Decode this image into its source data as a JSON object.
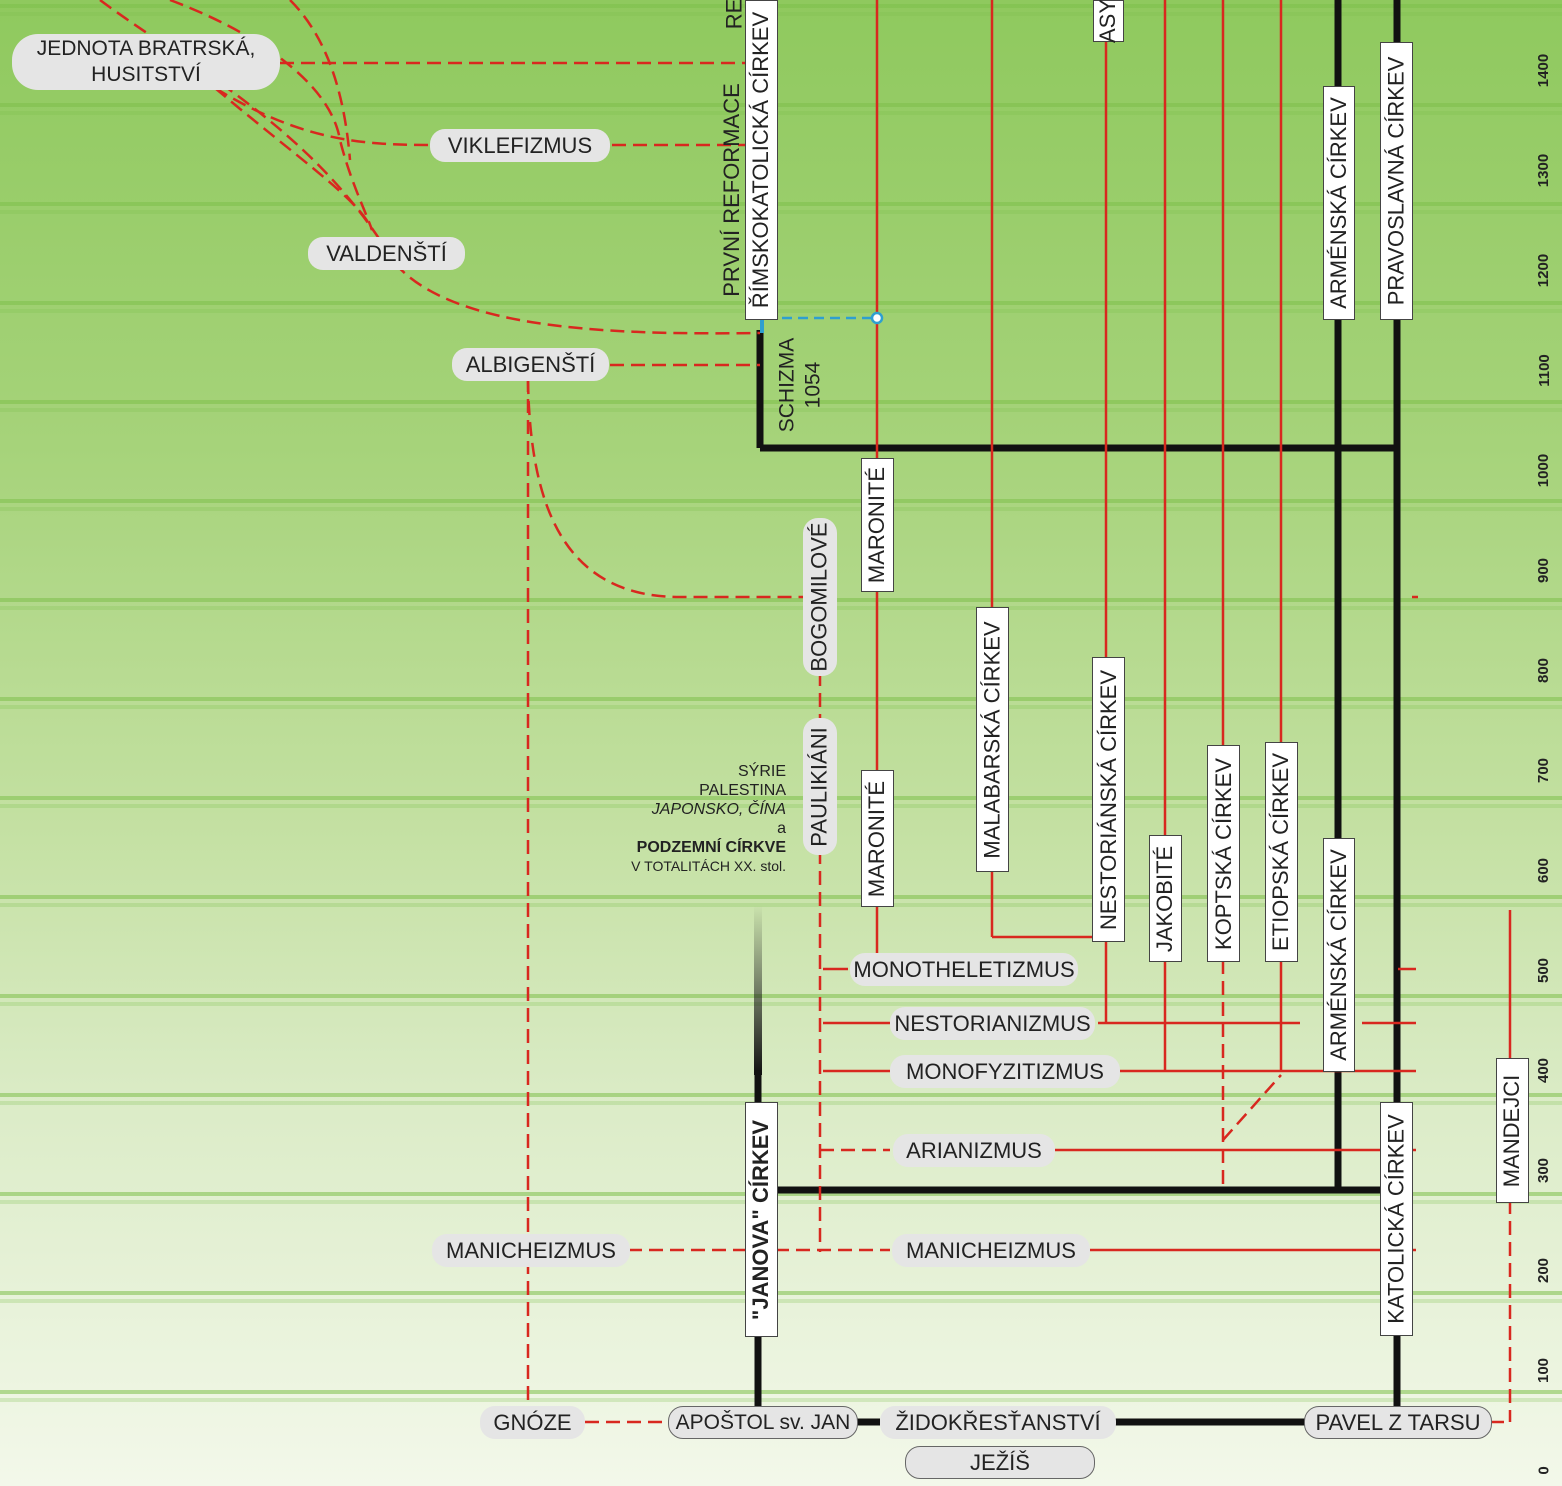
{
  "labels": {
    "jednota": "JEDNOTA BRATRSKÁ, HUSITSTVÍ",
    "viklefizmus": "VIKLEFIZMUS",
    "valdensti": "VALDENŠTÍ",
    "albigensti": "ALBIGENŠTÍ",
    "prvni_reformace": "PRVNÍ REFORMACE",
    "re_partial": "RE",
    "rimskokatolicka": "ŘÍMSKOKATOLICKÁ CÍRKEV",
    "asy_partial": "ASY",
    "armenska_top": "ARMÉNSKÁ CÍRKEV",
    "pravoslavna": "PRAVOSLAVNÁ CÍRKEV",
    "schizma": "SCHIZMA",
    "schizma_year": "1054",
    "maronite_top": "MARONITÉ",
    "bogomilove": "BOGOMILOVÉ",
    "malabarska": "MALABARSKÁ CÍRKEV",
    "nestorianska": "NESTORIÁNSKÁ CÍRKEV",
    "paulikiani": "PAULIKIÁNI",
    "maronite_bottom": "MARONITÉ",
    "jakobite": "JAKOBITÉ",
    "koptska": "KOPTSKÁ CÍRKEV",
    "etiopska": "ETIOPSKÁ CÍRKEV",
    "armenska_bottom": "ARMÉNSKÁ CÍRKEV",
    "monotheletizmus": "MONOTHELETIZMUS",
    "nestorianizmus": "NESTORIANIZMUS",
    "monofyzitizmus": "MONOFYZITIZMUS",
    "arianizmus": "ARIANIZMUS",
    "janova": "\"JANOVA\" CÍRKEV",
    "katolicka": "KATOLICKÁ CÍRKEV",
    "mandejci": "MANDEJCI",
    "manicheizmus_left": "MANICHEIZMUS",
    "manicheizmus_right": "MANICHEIZMUS",
    "gnoze": "GNÓZE",
    "apostol_jan": "APOŠTOL sv. JAN",
    "zidokrestanstvi": "ŽIDOKŘESŤANSTVÍ",
    "pavel": "PAVEL Z TARSU",
    "jezis": "JEŽÍŠ"
  },
  "note": {
    "line1": "SÝRIE",
    "line2": "PALESTINA",
    "line3": "JAPONSKO, ČÍNA",
    "line4": "a",
    "line5": "PODZEMNÍ CÍRKVE",
    "line6": "V TOTALITÁCH XX. stol."
  },
  "years": [
    "1400",
    "1300",
    "1200",
    "1100",
    "1000",
    "900",
    "800",
    "700",
    "600",
    "500",
    "400",
    "300",
    "200",
    "100",
    "0"
  ],
  "colors": {
    "line_black": "#111111",
    "line_red": "#d8281f",
    "line_blue": "#2f9fd0",
    "band_green": "#7dc04a"
  }
}
